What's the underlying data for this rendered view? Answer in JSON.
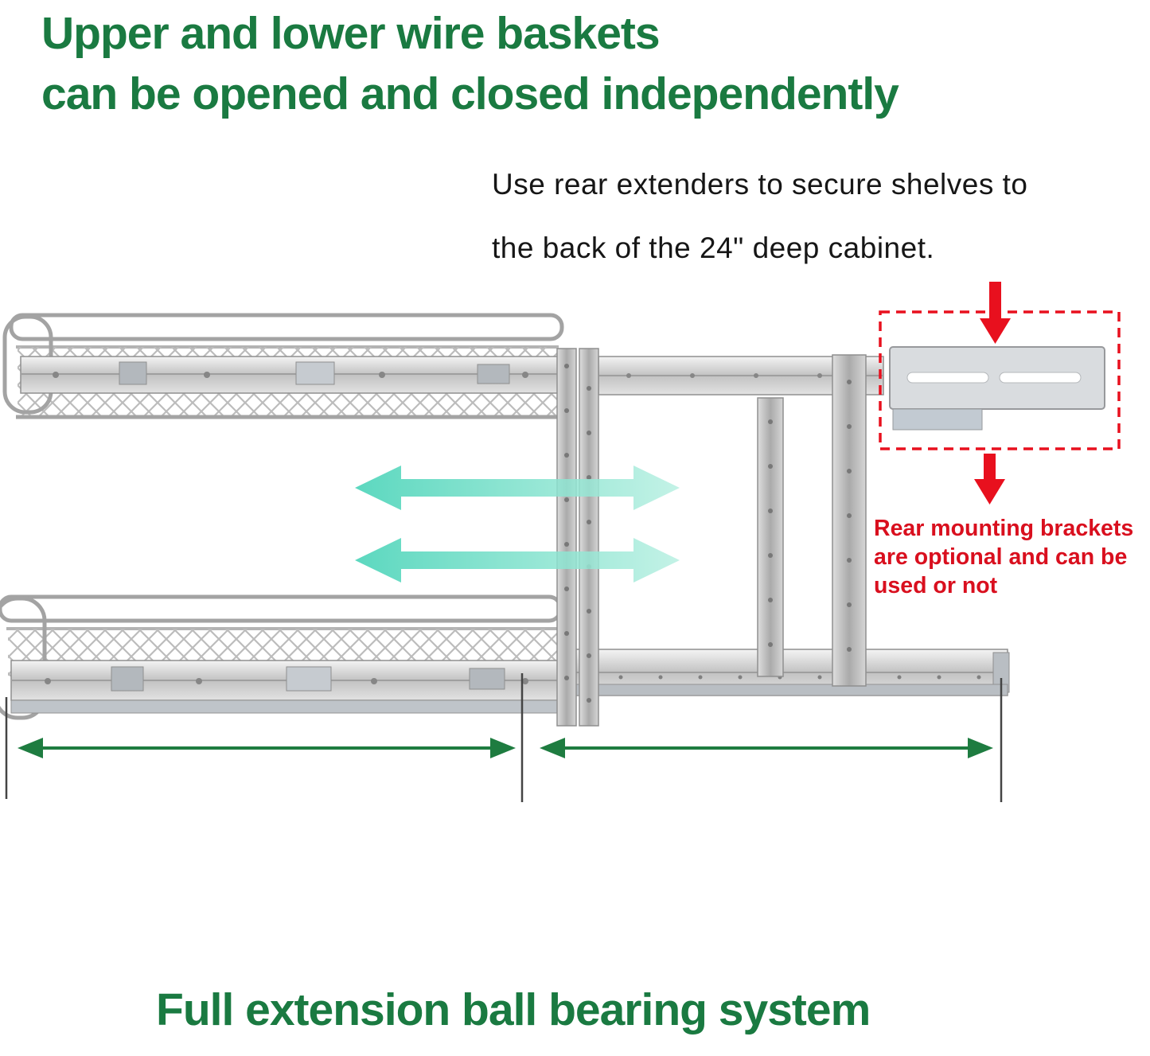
{
  "colors": {
    "heading_green": "#1a7a41",
    "dimension_green": "#1e7c40",
    "annotation_red": "#d90f1e",
    "highlight_red": "#e8101e",
    "text_black": "#161616",
    "arrow_teal": "#4ed4b8",
    "metal_light": "#f0f0f0",
    "metal_dark": "#a8a8a8"
  },
  "headline": {
    "line1": "Upper and lower wire baskets",
    "line2": "can be opened and closed independently"
  },
  "rear_extender_note": {
    "line1": "Use rear extenders to secure shelves to",
    "line2": "the back of the 24\" deep cabinet."
  },
  "bracket_note": {
    "line1": "Rear mounting brackets",
    "line2": "are optional and can be",
    "line3": "used or not"
  },
  "footer": {
    "headline": "Full extension ball bearing system"
  }
}
